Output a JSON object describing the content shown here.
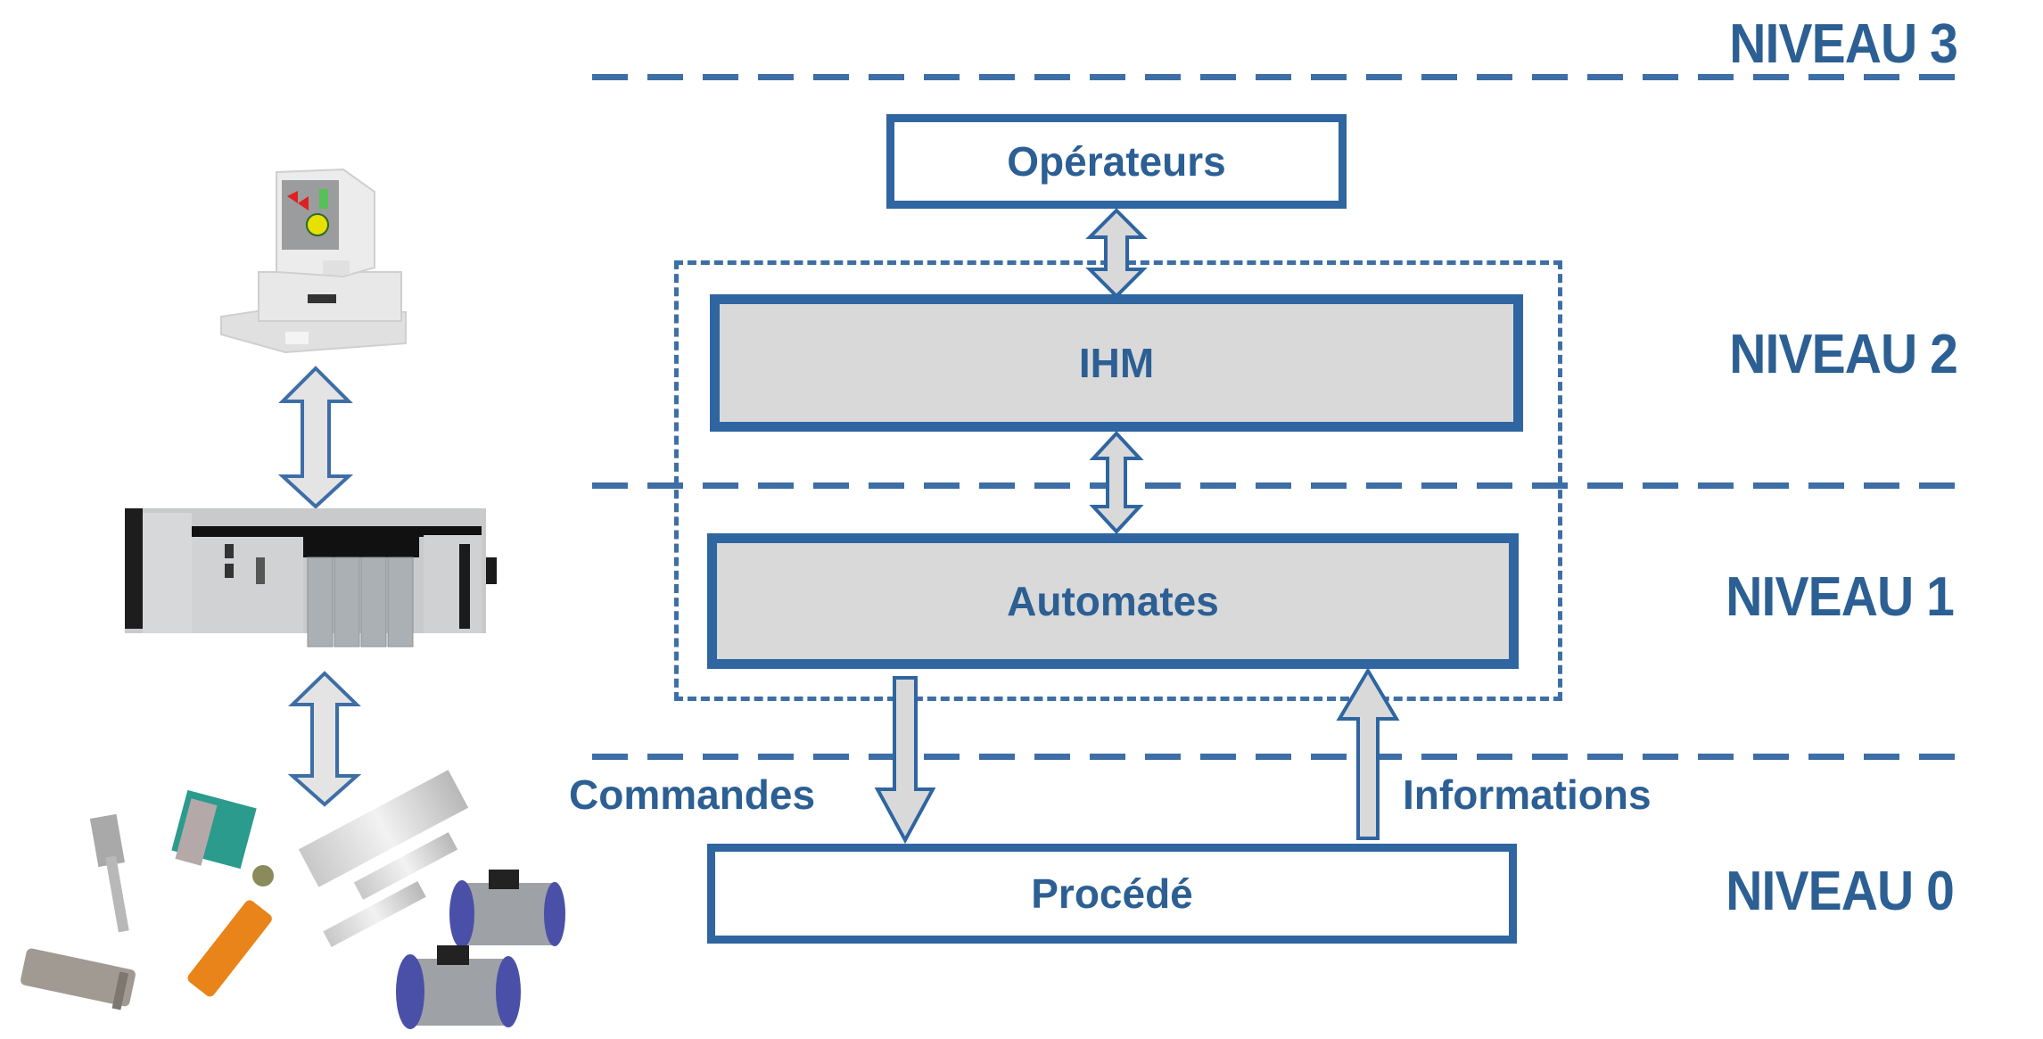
{
  "levels": {
    "n3": "NIVEAU 3",
    "n2": "NIVEAU 2",
    "n1": "NIVEAU 1",
    "n0": "NIVEAU 0"
  },
  "boxes": {
    "operateurs": "Opérateurs",
    "ihm": "IHM",
    "automates": "Automates",
    "procede": "Procédé"
  },
  "flows": {
    "commandes": "Commandes",
    "informations": "Informations"
  },
  "devices": {
    "hmi_computer": "hmi-computer-image",
    "plc_rack": "plc-rack-image",
    "field_devices": "sensors-actuators-image"
  },
  "colors": {
    "primary": "#2f65a0",
    "text": "#2c5f93",
    "box_fill": "#d9d9d9"
  }
}
